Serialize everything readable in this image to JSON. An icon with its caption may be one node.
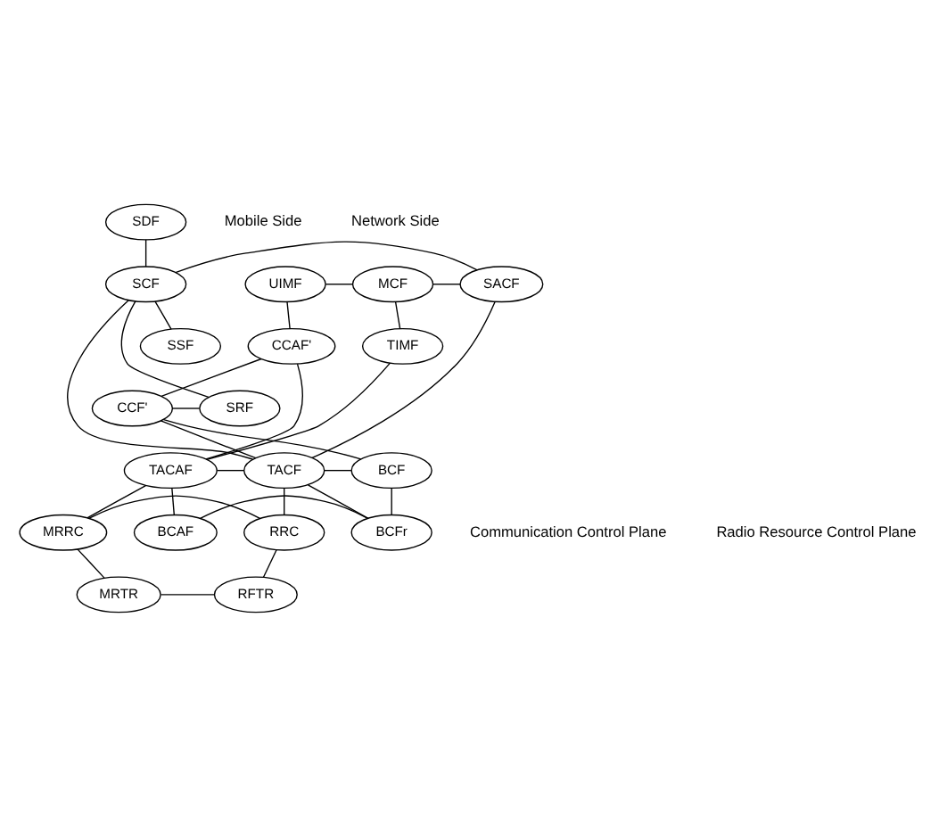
{
  "diagram": {
    "nodes": [
      {
        "text": [
          "SDF"
        ]
      },
      {
        "text": [
          "SCF"
        ]
      },
      {
        "text": [
          "MCF"
        ]
      },
      {
        "text": [
          "SACF"
        ]
      },
      {
        "text": [
          "SRF"
        ]
      },
      {
        "text": [
          "UIMF"
        ]
      },
      {
        "text": [
          "SSF"
        ]
      },
      {
        "text": [
          "CCAF'"
        ]
      },
      {
        "text": [
          "CCF'"
        ]
      },
      {
        "text": [
          "TIMF"
        ]
      },
      {
        "text": [
          "TACAF"
        ]
      },
      {
        "text": [
          "TACF"
        ]
      },
      {
        "text": [
          "BCF"
        ]
      },
      {
        "text": [
          "BCAF"
        ]
      },
      {
        "text": [
          "BCFr"
        ]
      },
      {
        "text": [
          "MRRC"
        ]
      },
      {
        "text": [
          "RRC"
        ]
      },
      {
        "text": [
          "MRTR"
        ]
      },
      {
        "text": [
          "RFTR"
        ]
      }
    ],
    "edges": [
      {
        "from": 0,
        "to": 1,
        "arrow": "none"
      },
      {
        "from": 1,
        "to": 3,
        "arrow": "none"
      },
      {
        "from": 1,
        "to": 6,
        "arrow": "none"
      },
      {
        "from": 1,
        "to": 4,
        "arrow": "none"
      },
      {
        "from": 1,
        "to": 11,
        "arrow": "none"
      },
      {
        "from": 2,
        "to": 3,
        "arrow": "none"
      },
      {
        "from": 5,
        "to": 2,
        "arrow": "none"
      },
      {
        "from": 9,
        "to": 2,
        "arrow": "none"
      },
      {
        "from": 5,
        "to": 7,
        "arrow": "none"
      },
      {
        "from": 7,
        "to": 8,
        "arrow": "none"
      },
      {
        "from": 7,
        "to": 10,
        "arrow": "none"
      },
      {
        "from": 3,
        "to": 11,
        "arrow": "none"
      },
      {
        "from": 8,
        "to": 4,
        "arrow": "none"
      },
      {
        "from": 8,
        "to": 11,
        "arrow": "none"
      },
      {
        "from": 8,
        "to": 12,
        "arrow": "none"
      },
      {
        "from": 9,
        "to": 10,
        "arrow": "none"
      },
      {
        "from": 10,
        "to": 11,
        "arrow": "none"
      },
      {
        "from": 10,
        "to": 13,
        "arrow": "none"
      },
      {
        "from": 10,
        "to": 15,
        "arrow": "none"
      },
      {
        "from": 11,
        "to": 12,
        "arrow": "none"
      },
      {
        "from": 11,
        "to": 14,
        "arrow": "none"
      },
      {
        "from": 11,
        "to": 16,
        "arrow": "none"
      },
      {
        "from": 13,
        "to": 14,
        "arrow": "none"
      },
      {
        "from": 14,
        "to": 12,
        "arrow": "none"
      },
      {
        "from": 15,
        "to": 16,
        "arrow": "none"
      },
      {
        "from": 15,
        "to": 17,
        "arrow": "none"
      },
      {
        "from": 16,
        "to": 18,
        "arrow": "none"
      },
      {
        "from": 17,
        "to": 18,
        "arrow": "none"
      }
    ],
    "labels": [
      "Mobile Side",
      "Network Side",
      "Communication Control Plane",
      "Radio Resource Control Plane"
    ]
  }
}
